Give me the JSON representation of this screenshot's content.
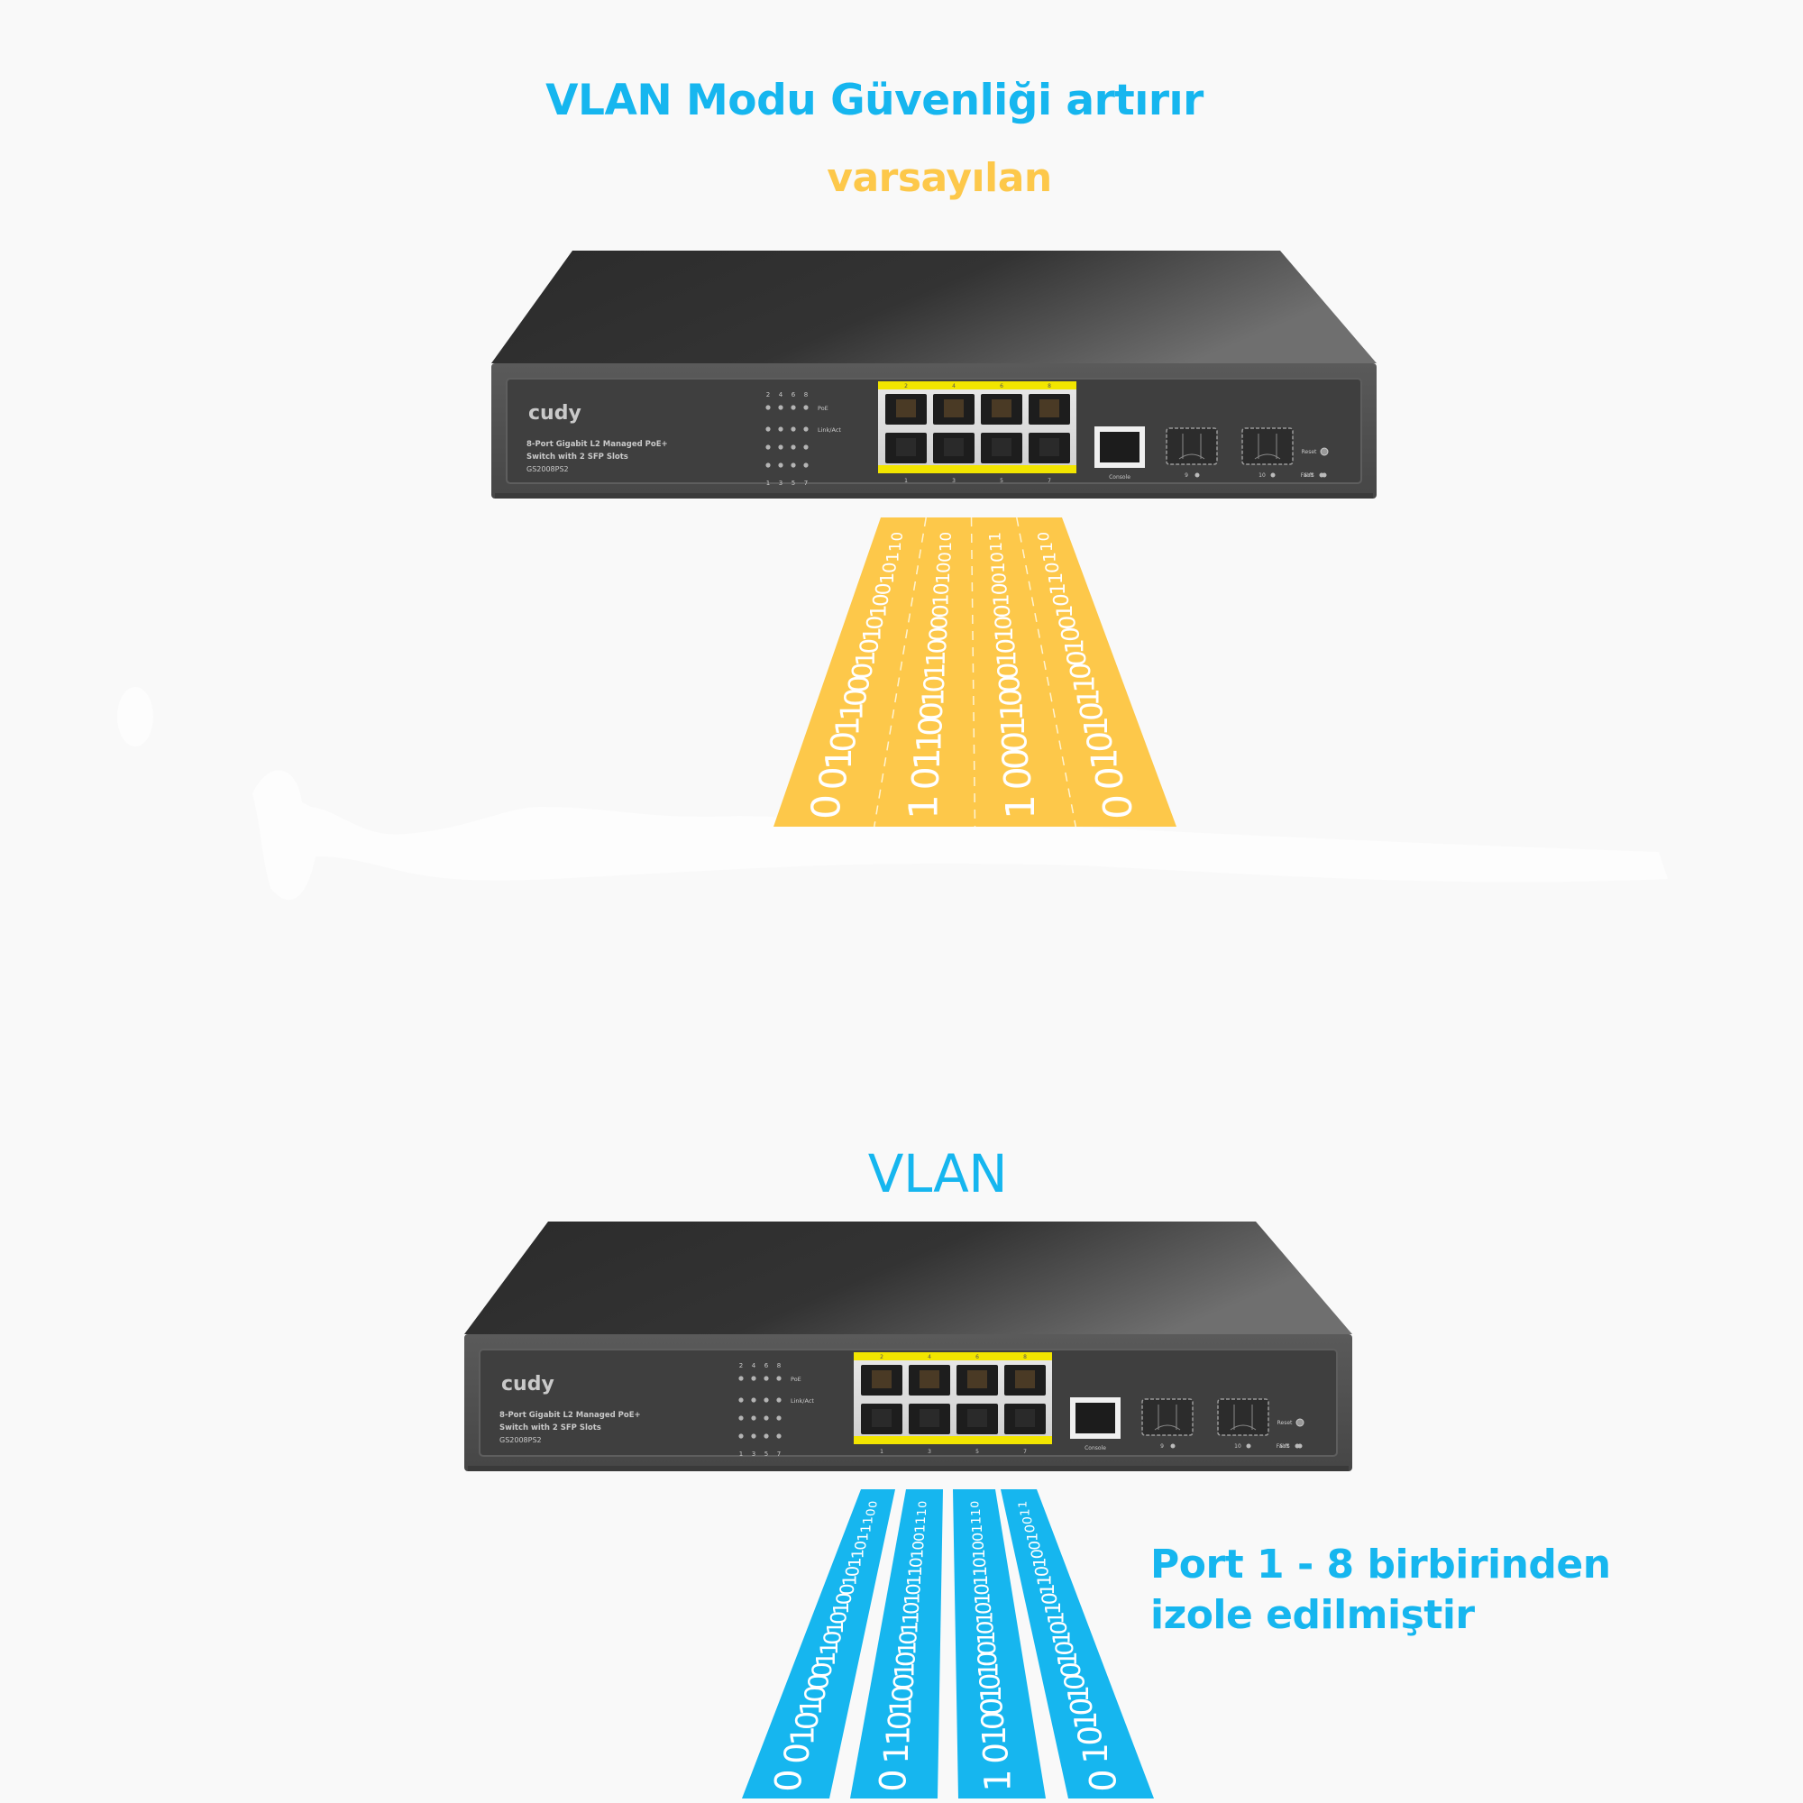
{
  "header": {
    "title": "VLAN Modu Güvenliği artırır",
    "default_label": "varsayılan"
  },
  "vlan_section": {
    "title": "VLAN",
    "note_line1": "Port 1 - 8 birbirinden",
    "note_line2": "izole edilmiştir"
  },
  "device": {
    "brand": "cudy",
    "description_line1": "8-Port Gigabit L2 Managed PoE+",
    "description_line2": "Switch with 2 SFP Slots",
    "model": "GS2008PS2",
    "led_labels": [
      "PoE",
      "Link/Act"
    ],
    "top_port_numbers": [
      "2",
      "4",
      "6",
      "8"
    ],
    "bottom_port_numbers": [
      "1",
      "3",
      "5",
      "7"
    ],
    "console_label": "Console",
    "sfp_labels": [
      "9",
      "10"
    ],
    "fault_label": "Fault",
    "reset_label": "Reset",
    "sys_label": "SYS"
  },
  "colors": {
    "accent_blue": "#16b6ef",
    "accent_yellow": "#fdc84a",
    "background": "#f9f9f9",
    "port_highlight": "#f2e500"
  },
  "traffic_default": {
    "lanes": [
      "011010010101000110100",
      "010010100001101001101",
      "110100100101000110001",
      "011011010010011010100"
    ]
  },
  "traffic_vlan": {
    "lanes": [
      "00101000110101001011011100",
      "01101001010110101101001110",
      "10100101001010101101001110",
      "01010100101011011010010011"
    ]
  }
}
